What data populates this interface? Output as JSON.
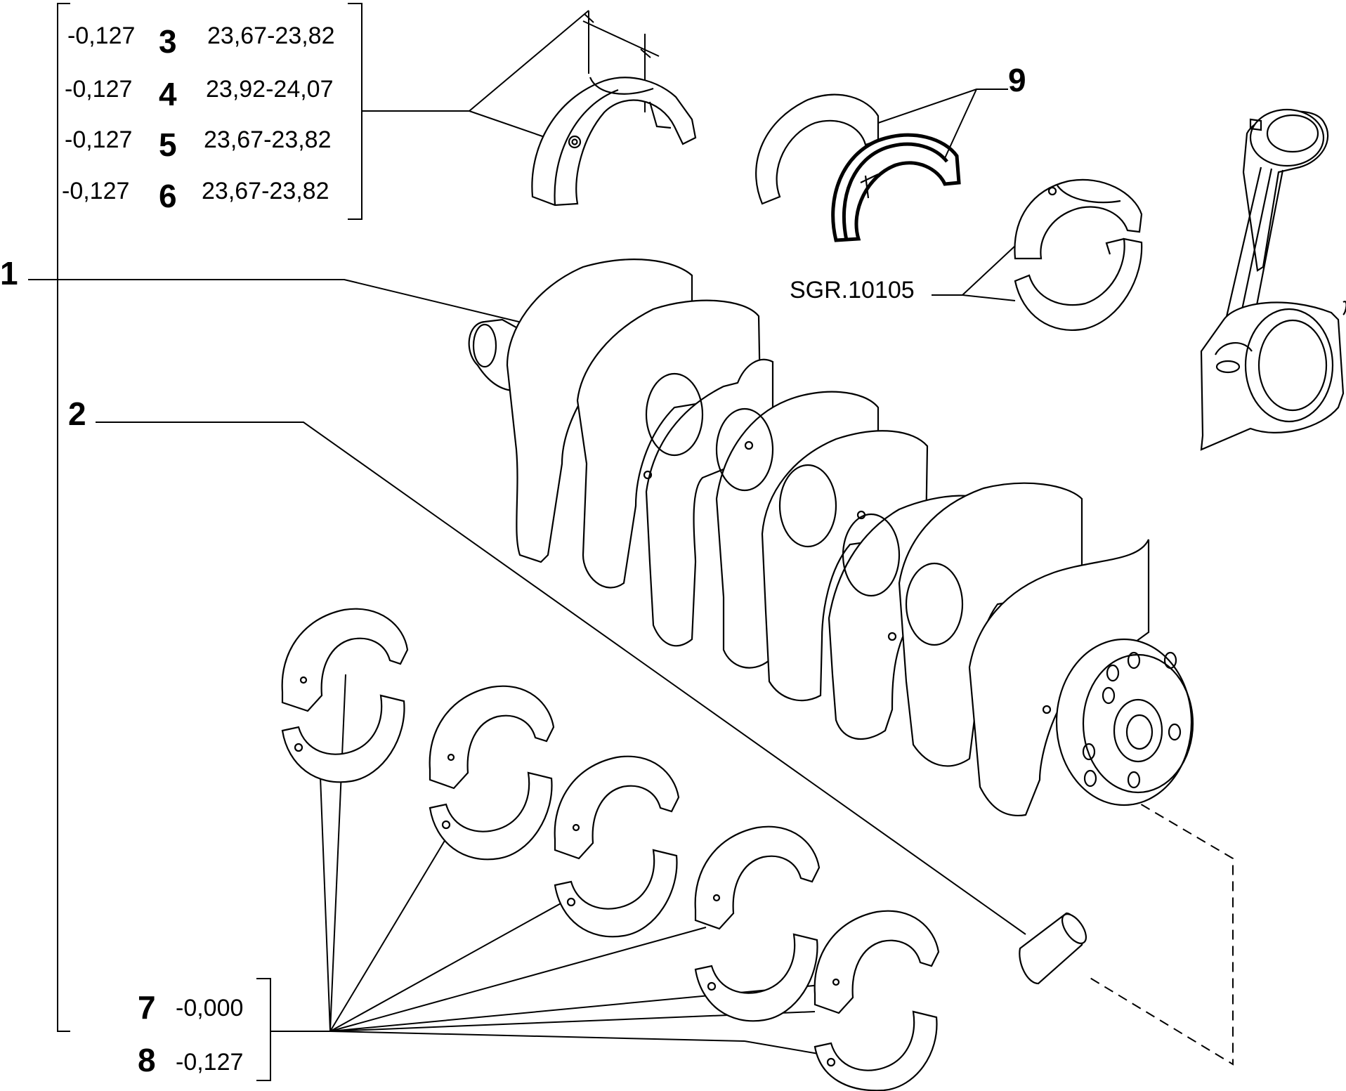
{
  "callouts": {
    "c1": "1",
    "c2": "2",
    "c3": "3",
    "c4": "4",
    "c5": "5",
    "c6": "6",
    "c7": "7",
    "c8": "8",
    "c9": "9"
  },
  "thrust_table": [
    {
      "undersize": "-0,127",
      "part": "3",
      "width": "23,67-23,82"
    },
    {
      "undersize": "-0,127",
      "part": "4",
      "width": "23,92-24,07"
    },
    {
      "undersize": "-0,127",
      "part": "5",
      "width": "23,67-23,82"
    },
    {
      "undersize": "-0,127",
      "part": "6",
      "width": "23,67-23,82"
    }
  ],
  "bearing_table": [
    {
      "part": "7",
      "undersize": "-0,000"
    },
    {
      "part": "8",
      "undersize": "-0,127"
    }
  ],
  "reference": "SGR.10105"
}
